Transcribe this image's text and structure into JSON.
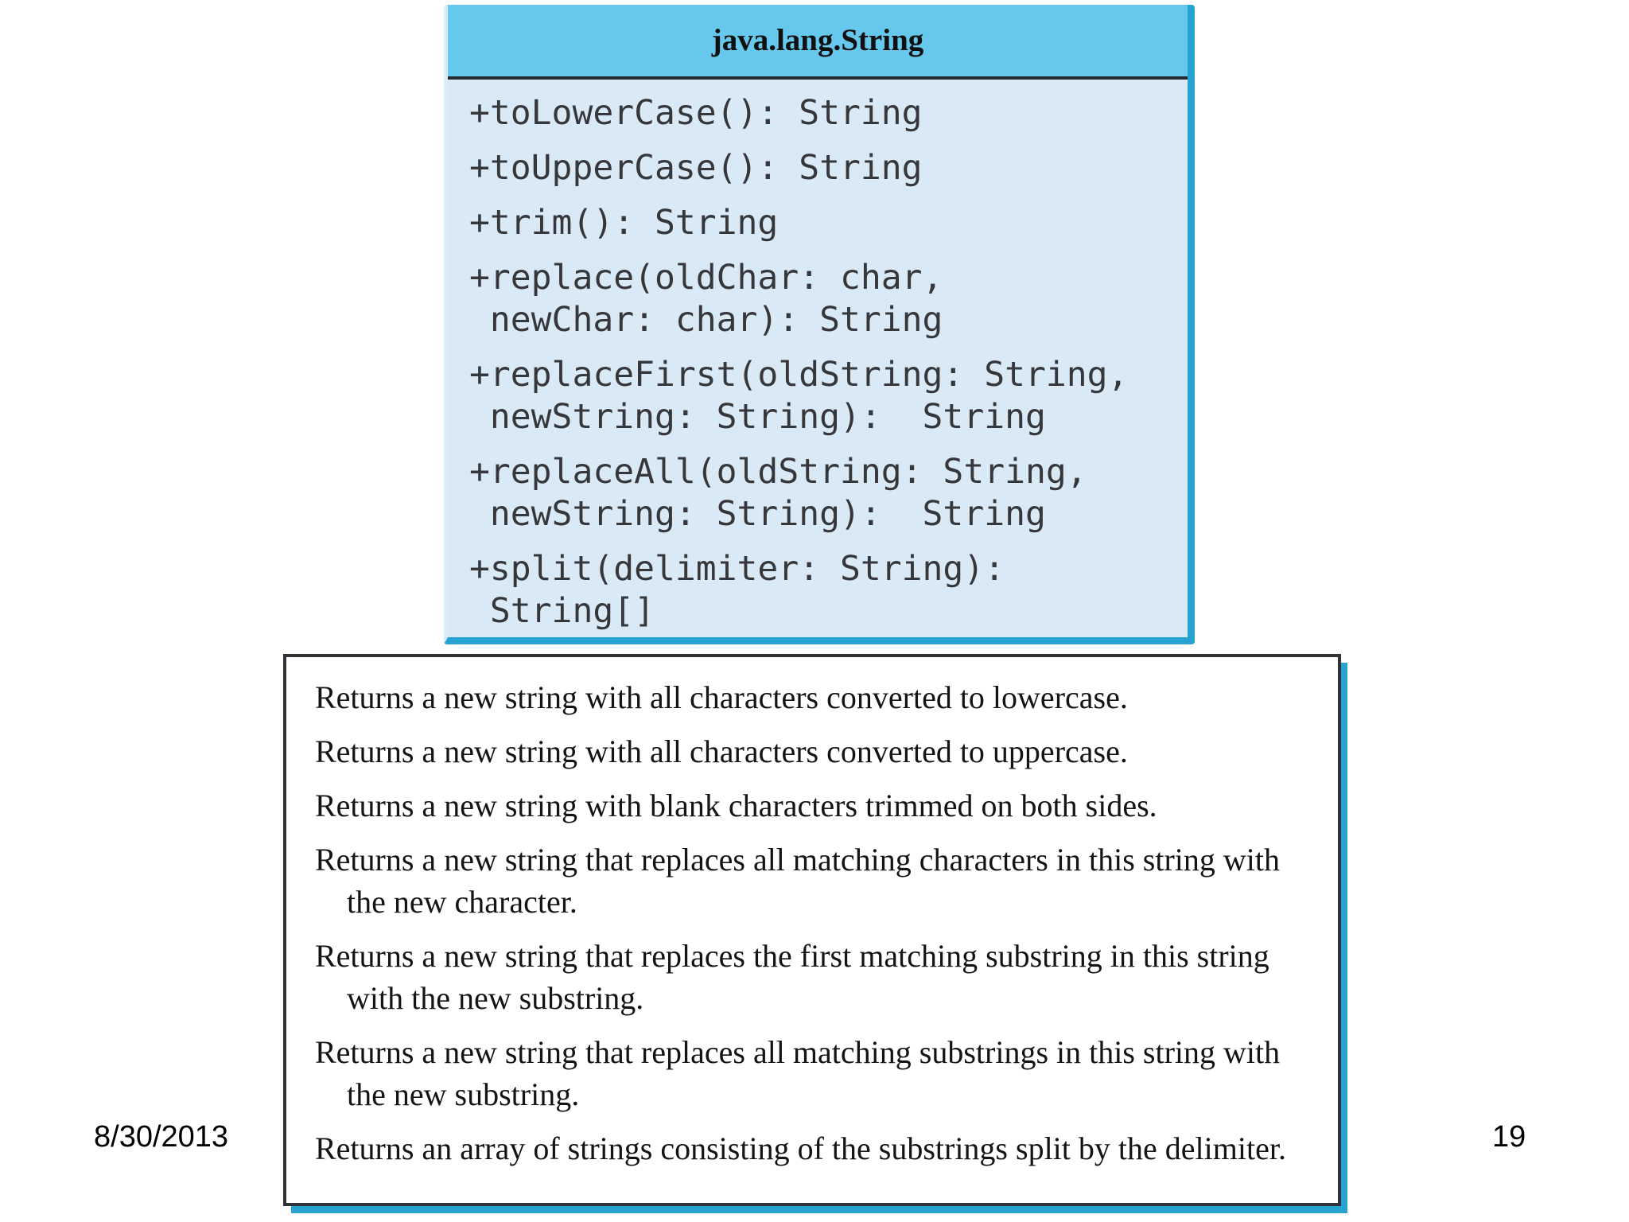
{
  "colors": {
    "header-fill": "#65C8EC",
    "body-fill": "#DAE9F6",
    "accent-cyan": "#26A3D0",
    "uml-divider": "#26292E",
    "desc-border": "#2F3237",
    "mono-text": "#35373B",
    "serif-text": "#141414"
  },
  "uml_class": {
    "title": "java.lang.String",
    "methods": [
      {
        "lines": [
          "+toLowerCase(): String"
        ]
      },
      {
        "lines": [
          "+toUpperCase(): String"
        ]
      },
      {
        "lines": [
          "+trim(): String"
        ]
      },
      {
        "lines": [
          "+replace(oldChar: char,",
          " newChar: char): String"
        ]
      },
      {
        "lines": [
          "+replaceFirst(oldString: String,",
          " newString: String):  String"
        ]
      },
      {
        "lines": [
          "+replaceAll(oldString: String,",
          " newString: String):  String"
        ]
      },
      {
        "lines": [
          "+split(delimiter: String):",
          " String[]"
        ]
      }
    ]
  },
  "descriptions": {
    "items": [
      "Returns a new string with all characters converted to lowercase.",
      "Returns a new string with all characters converted to uppercase.",
      "Returns a new string with blank characters trimmed on both sides.",
      "Returns a new string that replaces all matching characters in this string with the new character.",
      "Returns a new string that replaces the first matching substring in this string with the new substring.",
      "Returns a new string that replaces all matching substrings in this string with the new substring.",
      "Returns an array of strings consisting of the substrings split by the delimiter."
    ]
  },
  "footer": {
    "date": "8/30/2013",
    "page_number": "19"
  }
}
